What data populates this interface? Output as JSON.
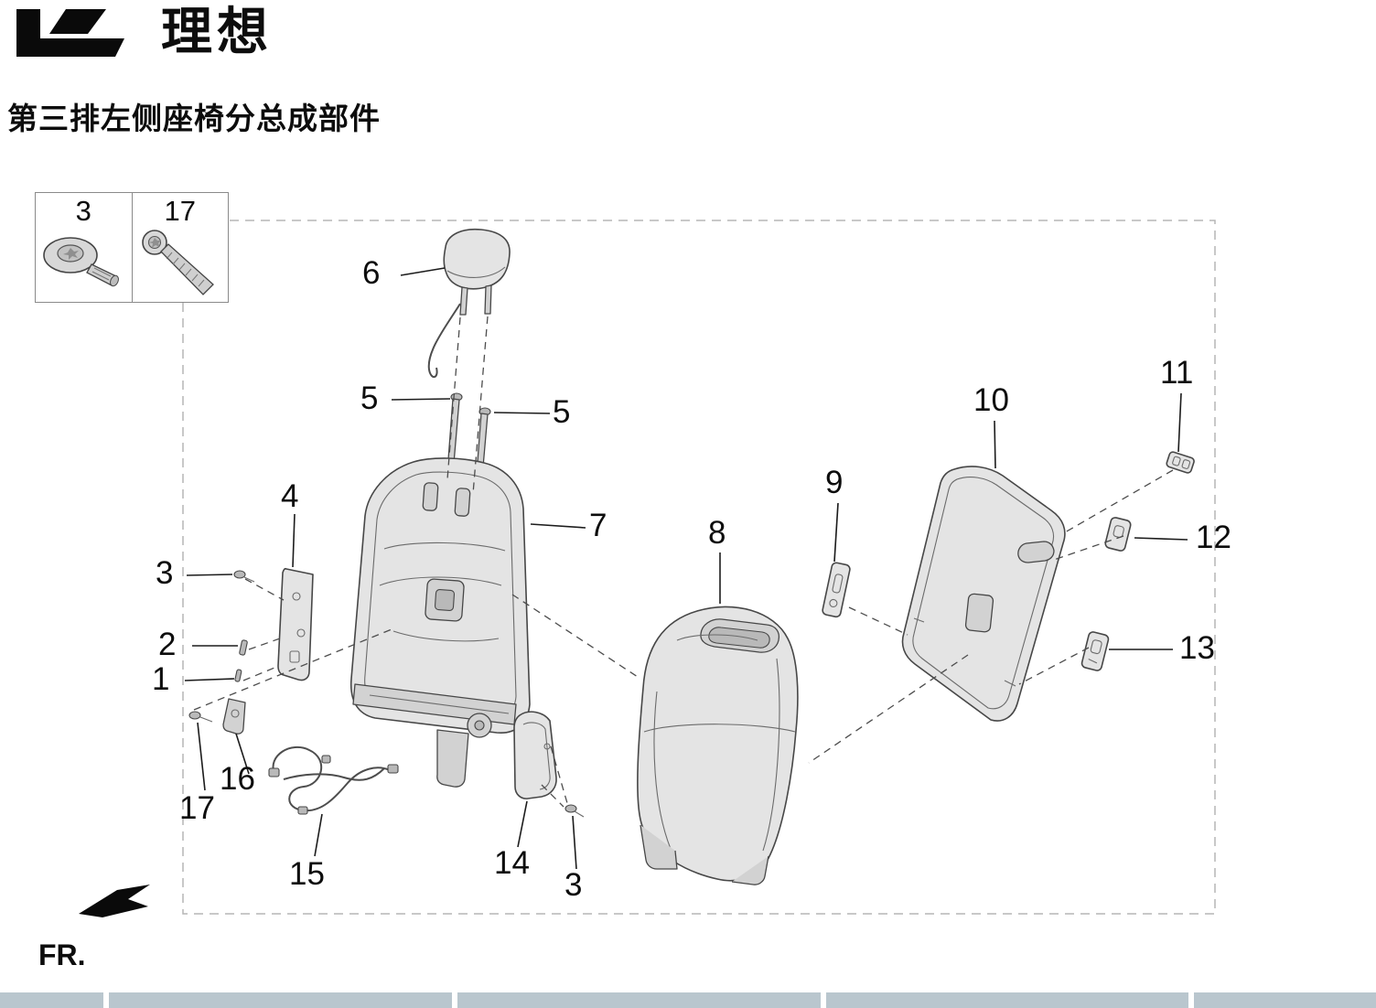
{
  "page": {
    "brand": "理想",
    "title": "第三排左侧座椅分总成部件",
    "fr_label": "FR."
  },
  "inset": {
    "cells": [
      {
        "num": "3",
        "icon": "flanged-screw-icon"
      },
      {
        "num": "17",
        "icon": "long-bolt-icon"
      }
    ]
  },
  "callouts": [
    {
      "num": "6"
    },
    {
      "num": "5"
    },
    {
      "num": "5"
    },
    {
      "num": "4"
    },
    {
      "num": "7"
    },
    {
      "num": "3"
    },
    {
      "num": "2"
    },
    {
      "num": "1"
    },
    {
      "num": "16"
    },
    {
      "num": "17"
    },
    {
      "num": "15"
    },
    {
      "num": "14"
    },
    {
      "num": "3"
    },
    {
      "num": "8"
    },
    {
      "num": "9"
    },
    {
      "num": "10"
    },
    {
      "num": "11"
    },
    {
      "num": "12"
    },
    {
      "num": "13"
    }
  ],
  "icons": {
    "logo": "li-auto-logo-mark",
    "direction_arrow": "fr-direction-arrow",
    "inset_small_fastener": "flanged-screw-icon",
    "inset_long_bolt": "long-bolt-icon"
  },
  "colors": {
    "line": "#474747",
    "part_fill": "#e4e4e4",
    "dashed_boundary": "#b5b5b5",
    "logo_black": "#0a0a0a",
    "table_cell": "#b9c6ce",
    "background": "#ffffff"
  }
}
